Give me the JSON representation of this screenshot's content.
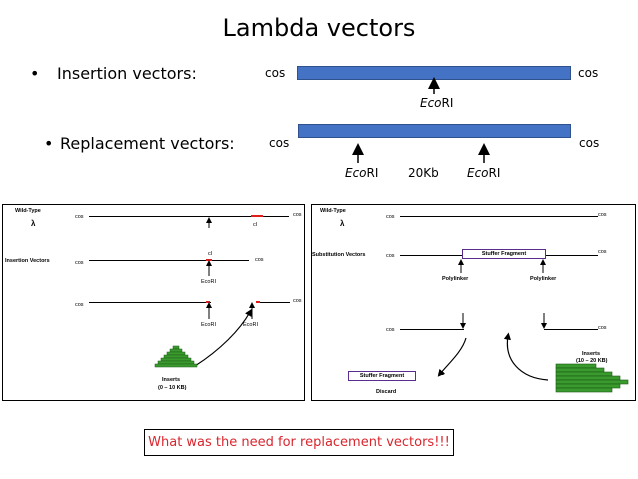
{
  "title": "Lambda vectors",
  "bullets": [
    {
      "symbol": "•",
      "text": "Insertion vectors:"
    },
    {
      "symbol": "•",
      "text": "Replacement vectors:"
    }
  ],
  "insertion_bar": {
    "cos_left": "cos",
    "cos_right": "cos",
    "site_italic": "Eco",
    "site_rest": "RI"
  },
  "replacement_bar": {
    "cos_left": "cos",
    "cos_right": "cos",
    "site_italic": "Eco",
    "site_rest": "RI",
    "size": "20Kb"
  },
  "left_panel": {
    "wild_type": "Wild-Type",
    "lambda": "λ",
    "cos": "cos",
    "ci": "cI",
    "insertion_vectors": "Insertion Vectors",
    "ecori": "EcoRI",
    "inserts": "Inserts",
    "inserts_range": "(0 – 10 KB)"
  },
  "right_panel": {
    "wild_type": "Wild-Type",
    "lambda": "λ",
    "cos": "cos",
    "substitution_vectors": "Substitution Vectors",
    "stuffer_fragment": "Stuffer Fragment",
    "polylinker": "Polylinker",
    "inserts": "Inserts",
    "inserts_range": "(10 – 20 KB)",
    "discard": "Discard",
    "equals": "=="
  },
  "question": "What was the need for replacement vectors!!!",
  "colors": {
    "bar": "#4472c4",
    "red_mark": "#e21b1b",
    "stuffer_border": "#5b2c8f",
    "insert_fill": "#3a9a2e",
    "question_text": "#d9262e"
  }
}
